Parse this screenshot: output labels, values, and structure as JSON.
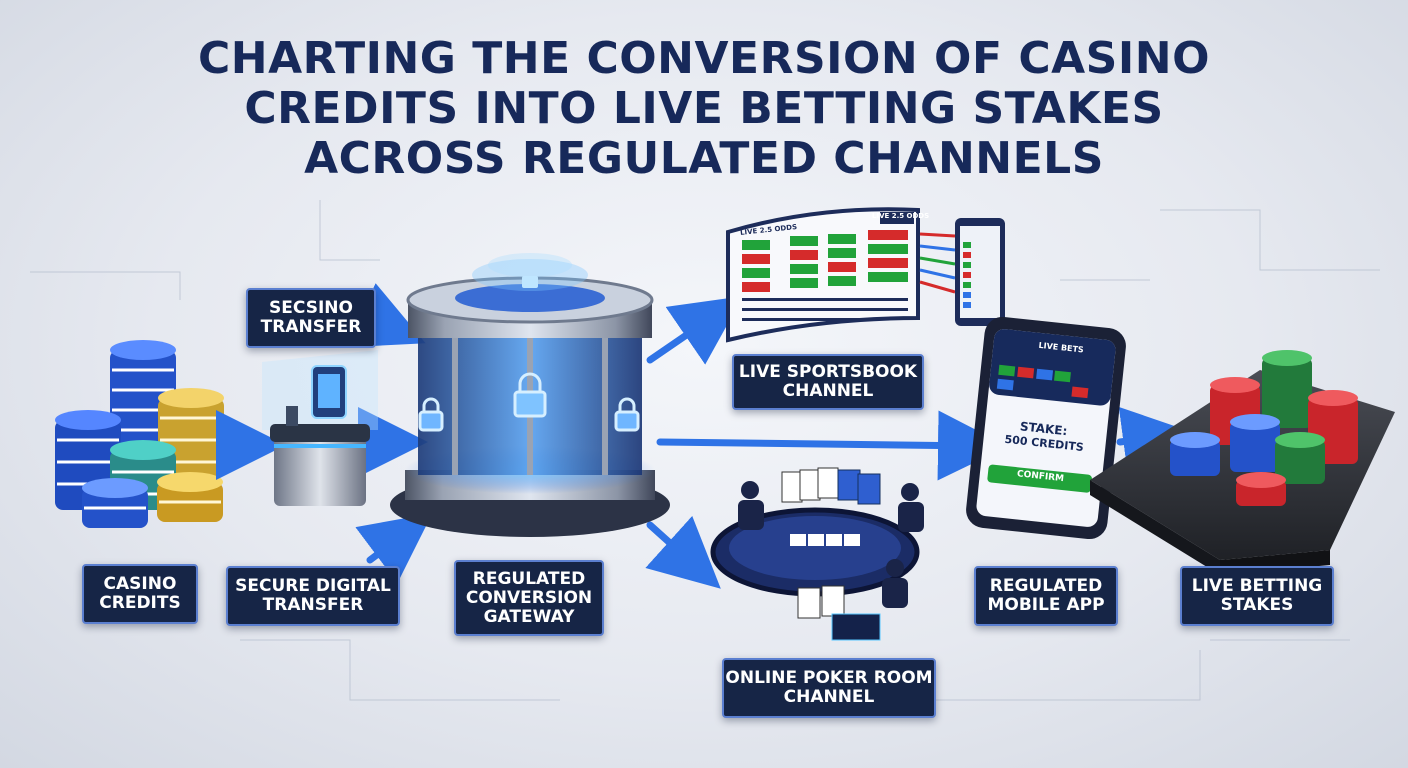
{
  "title": {
    "line1": "CHARTING THE CONVERSION OF CASINO",
    "line2": "CREDITS INTO LIVE BETTING STAKES",
    "line3": "ACROSS REGULATED CHANNELS"
  },
  "labels": {
    "secasino_transfer": [
      "SECSINO",
      "TRANSFER"
    ],
    "casino_credits": [
      "CASINO",
      "CREDITS"
    ],
    "secure_transfer": [
      "SECURE DIGITAL",
      "TRANSFER"
    ],
    "gateway": [
      "REGULATED",
      "CONVERSION",
      "GATEWAY"
    ],
    "sportsbook": [
      "LIVE SPORTSBOOK",
      "CHANNEL"
    ],
    "poker": [
      "ONLINE POKER ROOM",
      "CHANNEL"
    ],
    "mobile_app": [
      "REGULATED",
      "MOBILE APP"
    ],
    "live_stakes": [
      "LIVE BETTING",
      "STAKES"
    ]
  },
  "phone": {
    "header": "LIVE BETS",
    "stake_line1": "STAKE:",
    "stake_line2": "500 CREDITS",
    "confirm": "CONFIRM"
  },
  "scoreboard": {
    "header_left": "LIVE 2.5 ODDS",
    "header_right": "LIVE 2.5 ODDS"
  },
  "colors": {
    "title": "#17295a",
    "label_bg": "#162546",
    "label_border": "#5b7fd0",
    "arrow": "#2f73e6",
    "odds_green": "#21a33a",
    "odds_red": "#d52b2b"
  }
}
